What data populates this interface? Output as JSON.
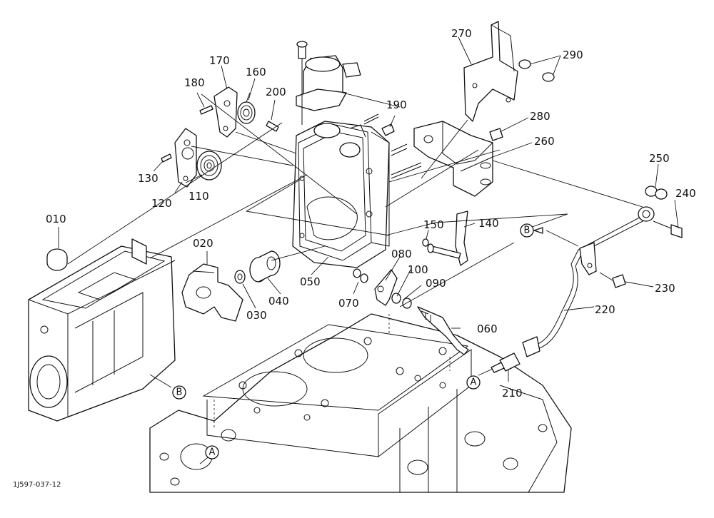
{
  "figure_code": "1J597-037-12",
  "callouts": [
    "010",
    "020",
    "030",
    "040",
    "050",
    "060",
    "070",
    "080",
    "090",
    "100",
    "110",
    "120",
    "130",
    "140",
    "150",
    "160",
    "170",
    "180",
    "190",
    "200",
    "210",
    "220",
    "230",
    "240",
    "250",
    "260",
    "270",
    "280",
    "290"
  ],
  "connector_refs": {
    "a_near_210": "A",
    "a_on_block": "A",
    "b_near_220": "B",
    "b_near_010": "B"
  }
}
